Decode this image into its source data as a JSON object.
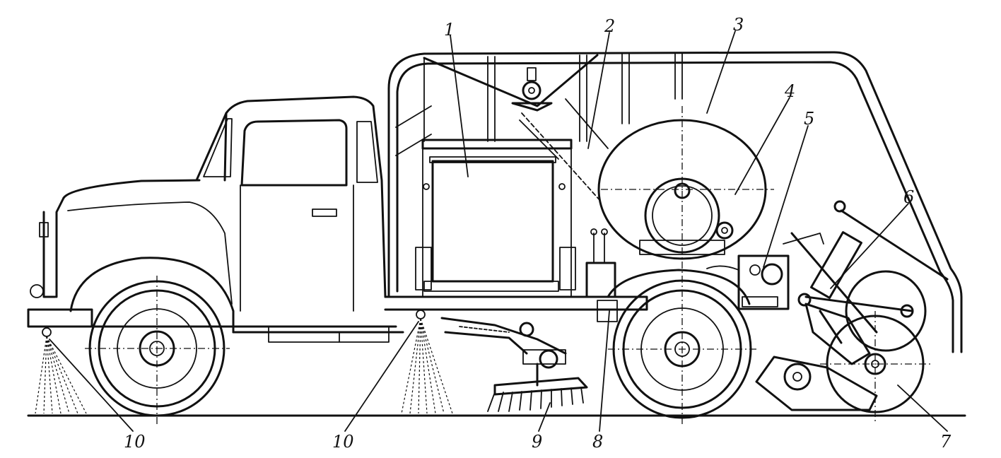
{
  "labels": {
    "l1": "1",
    "l2": "2",
    "l3": "3",
    "l4": "4",
    "l5": "5",
    "l6": "6",
    "l7": "7",
    "l8": "8",
    "l9": "9",
    "l10a": "10",
    "l10b": "10"
  }
}
